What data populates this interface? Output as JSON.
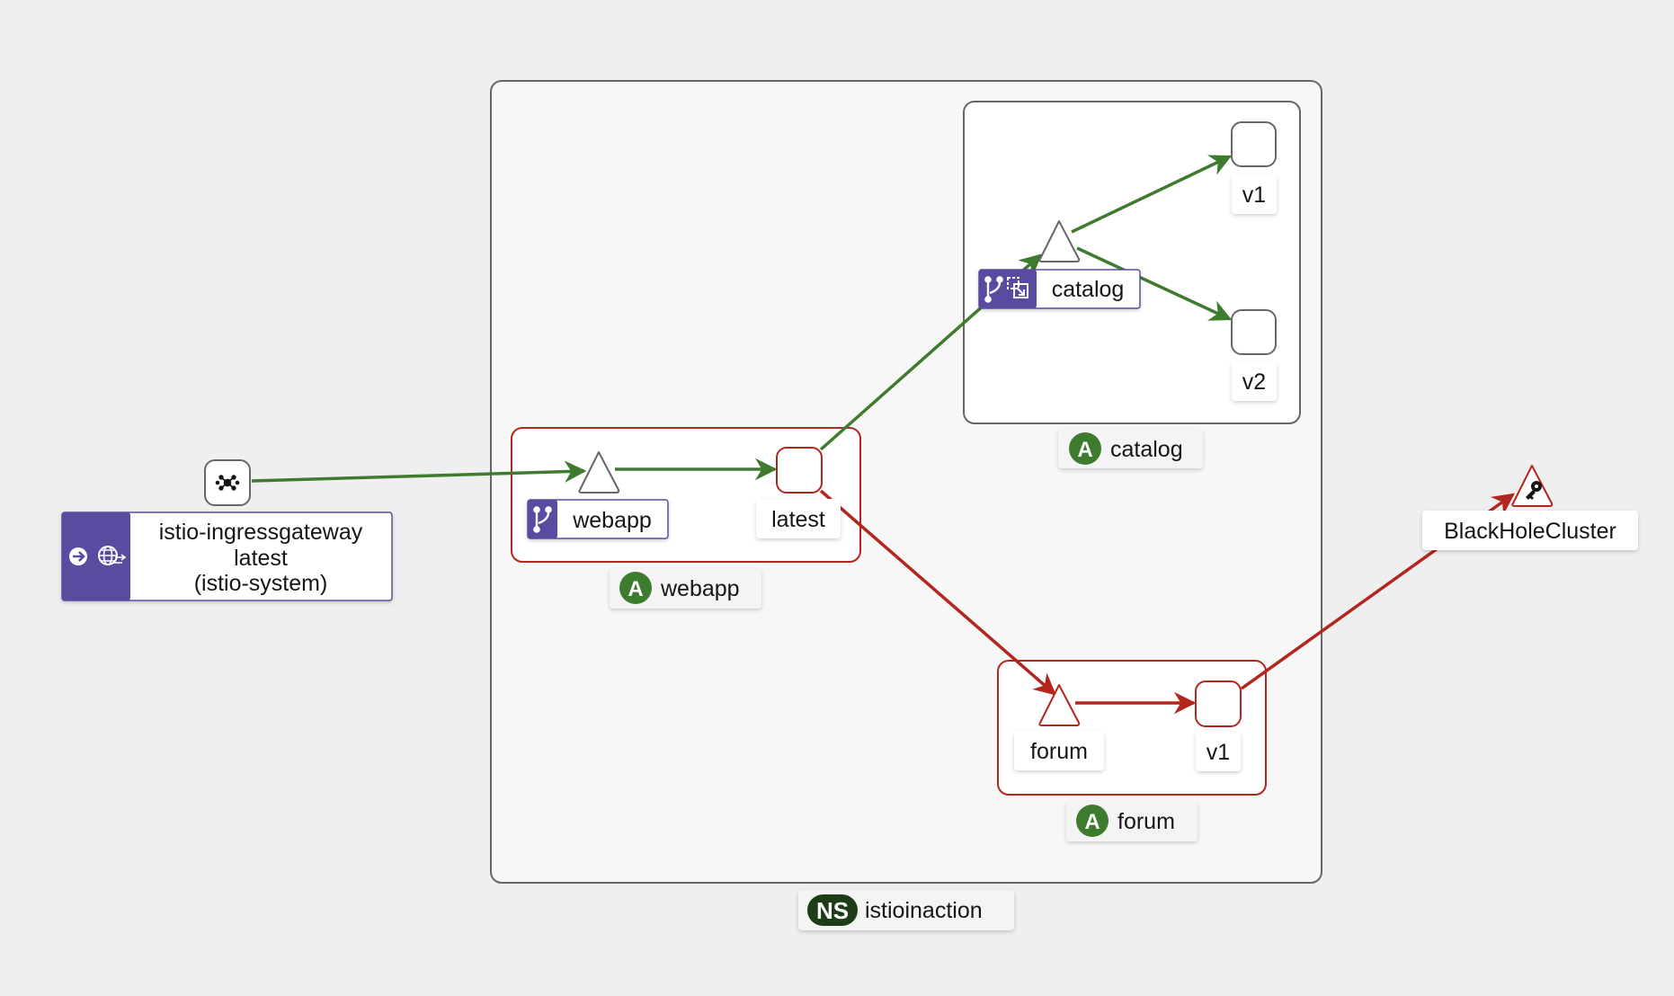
{
  "namespace": {
    "badge": "NS",
    "name": "istioinaction"
  },
  "apps": {
    "catalog": {
      "badge": "A",
      "name": "catalog"
    },
    "webapp": {
      "badge": "A",
      "name": "webapp"
    },
    "forum": {
      "badge": "A",
      "name": "forum"
    }
  },
  "nodes": {
    "catalog_service": {
      "label": "catalog",
      "icons": [
        "virtual-service-icon",
        "service-entry-icon"
      ]
    },
    "catalog_v1": {
      "label": "v1"
    },
    "catalog_v2": {
      "label": "v2"
    },
    "webapp_service": {
      "label": "webapp",
      "icons": [
        "virtual-service-icon"
      ]
    },
    "webapp_latest": {
      "label": "latest"
    },
    "forum_service": {
      "label": "forum"
    },
    "forum_v1": {
      "label": "v1"
    },
    "ingress": {
      "label_line1": "istio-ingressgateway",
      "label_line2": "latest",
      "label_line3": "(istio-system)",
      "icons": [
        "gateway-icon",
        "ingress-globe-icon"
      ]
    },
    "blackhole": {
      "label": "BlackHoleCluster",
      "icon": "key-icon"
    }
  },
  "colors": {
    "healthy_edge": "#3e7b2e",
    "error_edge": "#b3261e",
    "app_badge": "#3e7b2e",
    "ns_badge": "#1f3d16",
    "icon_strip": "#5a4ba0"
  }
}
